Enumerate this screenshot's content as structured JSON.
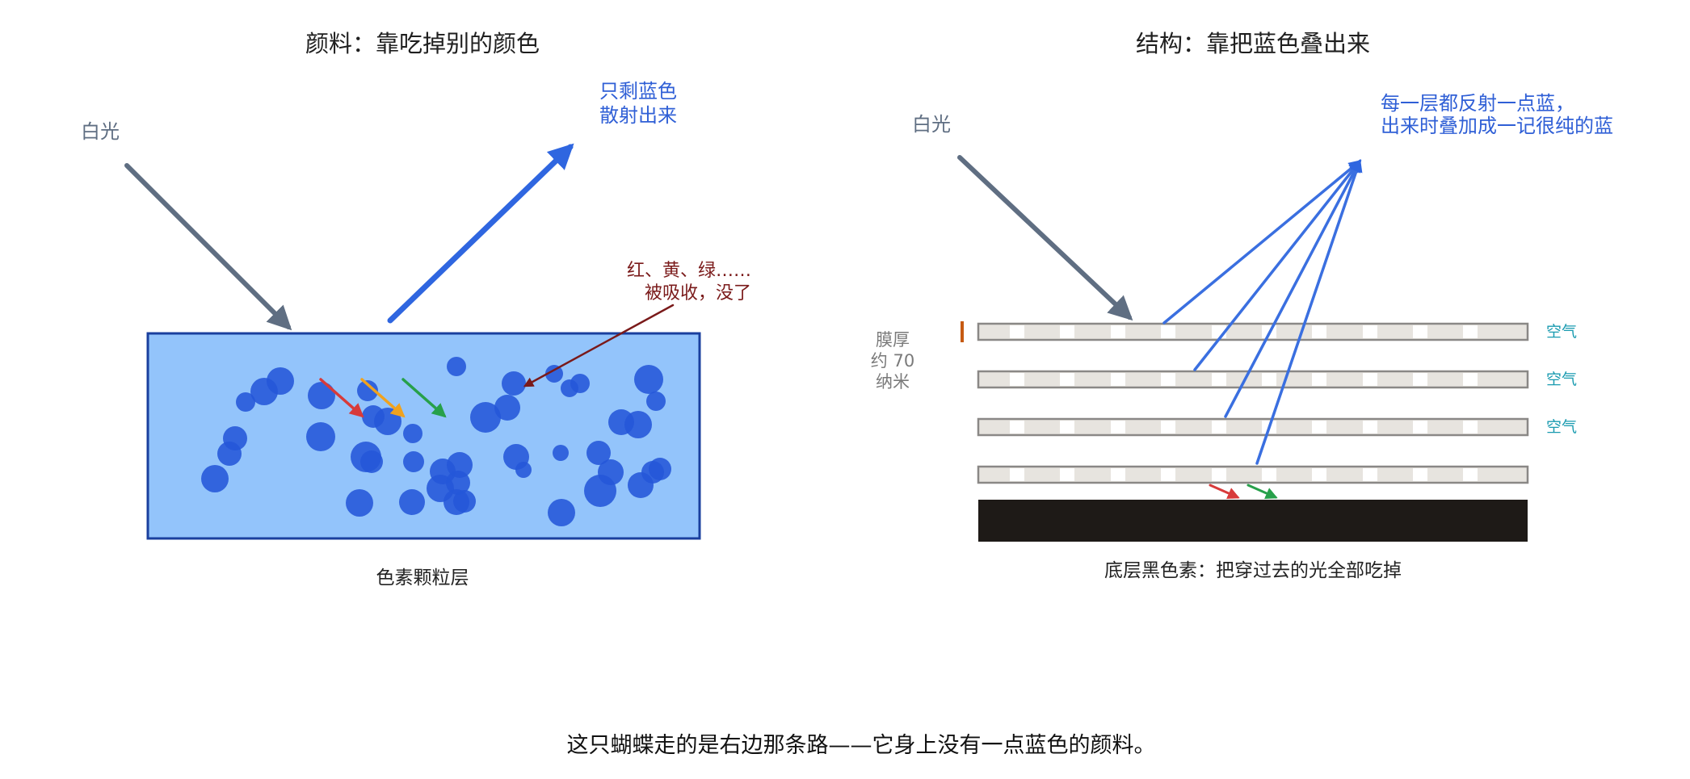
{
  "left": {
    "title": "颜料：靠吃掉别的颜色",
    "white_light": "白光",
    "scatter_label": [
      "只剩蓝色",
      "散射出来"
    ],
    "absorb_label": [
      "红、黄、绿……",
      "被吸收，没了"
    ],
    "layer_label": "色素颗粒层"
  },
  "right": {
    "title": "结构：靠把蓝色叠出来",
    "white_light": "白光",
    "reflect_label": [
      "每一层都反射一点蓝，",
      "出来时叠加成一记很纯的蓝"
    ],
    "thickness_label": [
      "膜厚",
      "约 70",
      "纳米"
    ],
    "air_labels": [
      "空气",
      "空气",
      "空气"
    ],
    "base_label": "底层黑色素：把穿过去的光全部吃掉"
  },
  "caption": "这只蝴蝶走的是右边那条路——它身上没有一点蓝色的颜料。",
  "colors": {
    "incoming": "#5f6e82",
    "blue": "#2f66e0",
    "red": "#d83a3a",
    "orange": "#f0a21e",
    "green": "#27a04a",
    "dark_red": "#7a1a1a",
    "pigment_fill": "#93c4fb",
    "pigment_border": "#1a3f9e",
    "particle": "#2456d8",
    "film_fill": "#e7e4df",
    "film_border": "#8a8886",
    "black_base": "#1e1a17",
    "air_text": "#1a9bb0",
    "thickness_mark": "#c65a12"
  }
}
